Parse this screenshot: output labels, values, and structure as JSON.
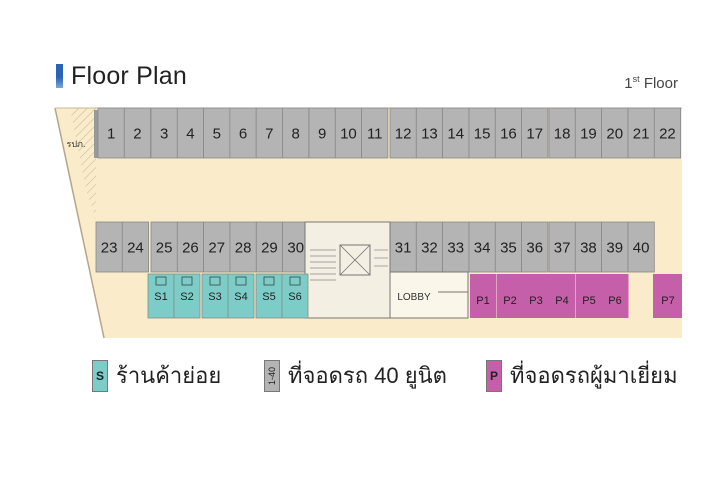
{
  "header": {
    "title": "Floor Plan",
    "floor_number": "1",
    "floor_suffix": "st",
    "floor_word": "Floor"
  },
  "plan": {
    "side_label": "รปภ.",
    "top_row": [
      "1",
      "2",
      "3",
      "4",
      "5",
      "6",
      "7",
      "8",
      "9",
      "10",
      "11",
      "12",
      "13",
      "14",
      "15",
      "16",
      "17",
      "18",
      "19",
      "20",
      "21",
      "22"
    ],
    "left_row": [
      "23",
      "24",
      "25",
      "26",
      "27",
      "28",
      "29",
      "30"
    ],
    "right_row": [
      "31",
      "32",
      "33",
      "34",
      "35",
      "36",
      "37",
      "38",
      "39",
      "40"
    ],
    "shops": [
      "S1",
      "S2",
      "S3",
      "S4",
      "S5",
      "S6"
    ],
    "visitor_parking": [
      "P1",
      "P2",
      "P3",
      "P4",
      "P5",
      "P6",
      "P7"
    ],
    "lobby_label": "LOBBY"
  },
  "legend": {
    "shop_symbol": "S",
    "shop_text": "ร้านค้าย่อย",
    "parking_symbol": "1-40",
    "parking_text": "ที่จอดรถ 40 ยูนิต",
    "visitor_symbol": "P",
    "visitor_text": "ที่จอดรถผู้มาเยี่ยม"
  },
  "colors": {
    "floor": "#faebca",
    "parking": "#b4b4b4",
    "shop": "#7ccdc7",
    "visitor": "#c65fa9",
    "title_accent": "#2a63b3"
  }
}
